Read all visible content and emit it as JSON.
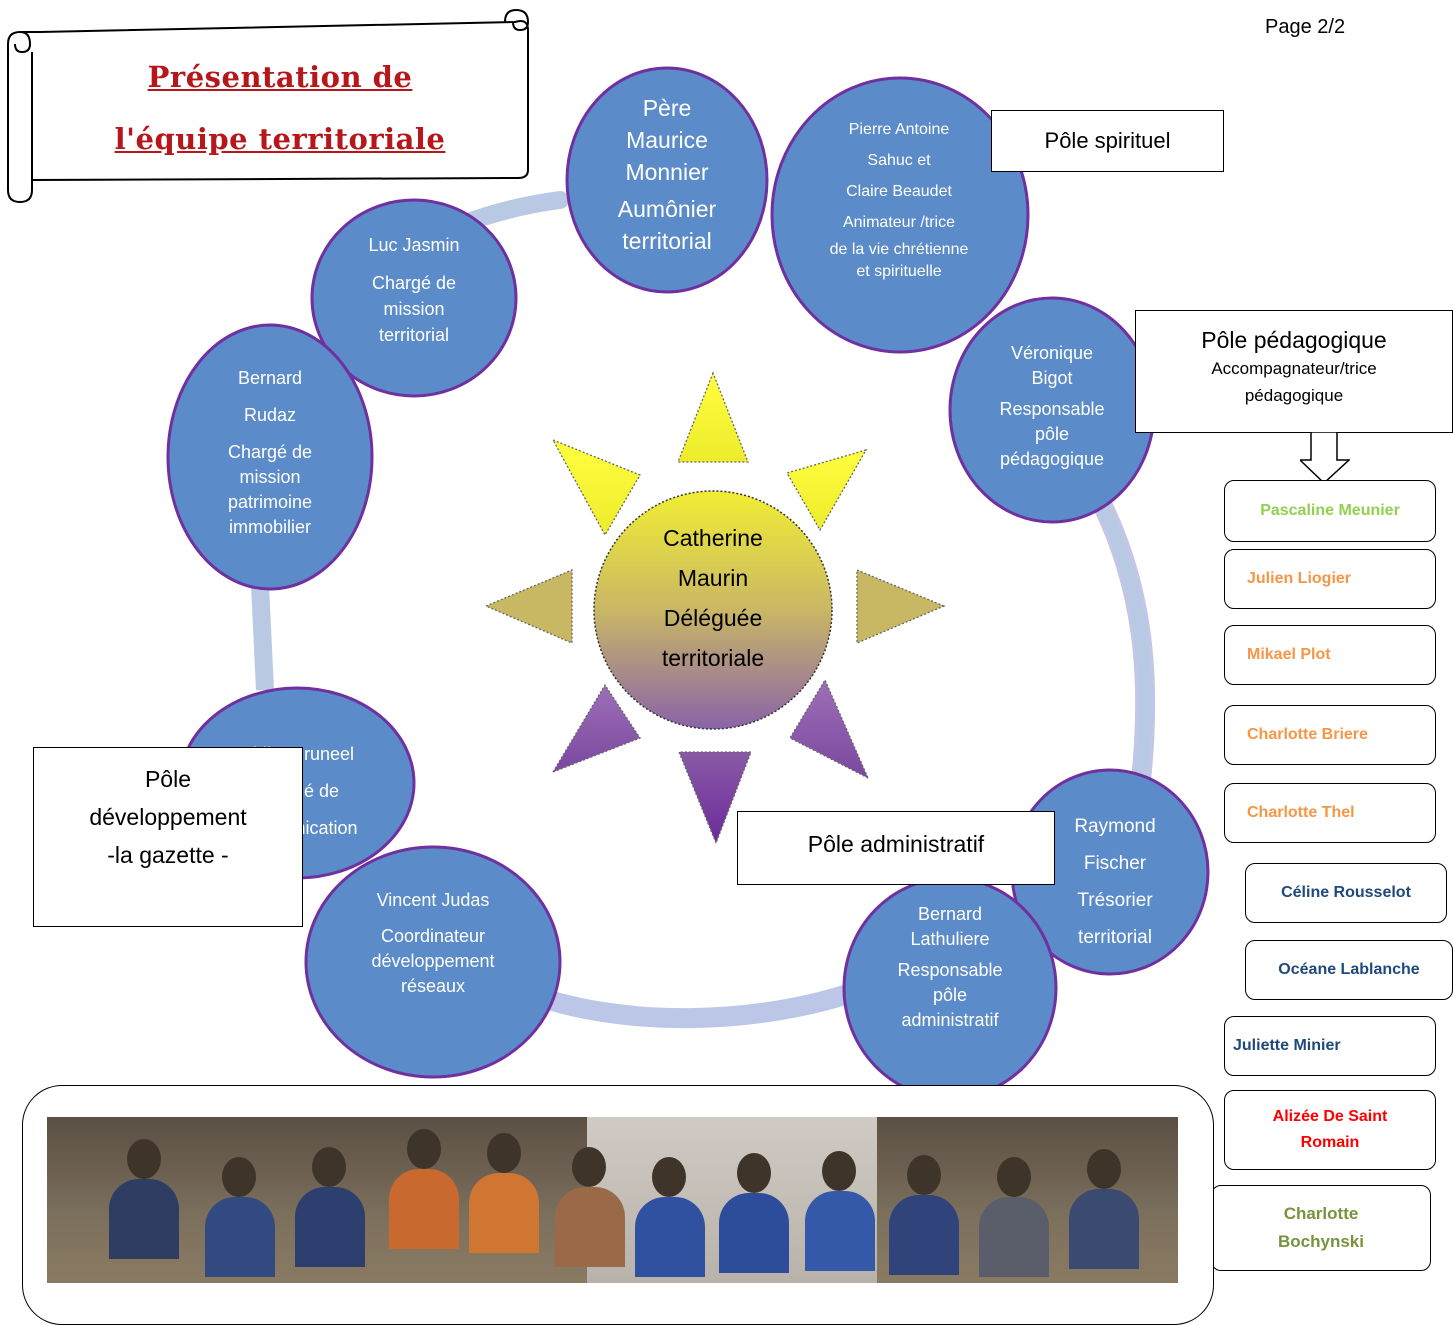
{
  "page_number": "Page 2/2",
  "title": {
    "line1": "Présentation de",
    "line2": "l'équipe territoriale"
  },
  "center": {
    "lines": [
      "Catherine",
      "Maurin",
      "Déléguée",
      "territoriale"
    ]
  },
  "members": {
    "maurice": [
      "Père",
      "Maurice",
      "Monnier",
      "Aumônier",
      "territorial"
    ],
    "pierre": [
      "Pierre Antoine",
      "Sahuc et",
      "Claire Beaudet",
      "Animateur /trice",
      "de la vie chrétienne",
      "et spirituelle"
    ],
    "luc": [
      "Luc Jasmin",
      "Chargé de",
      "mission",
      "territorial"
    ],
    "rudaz": [
      "Bernard",
      "Rudaz",
      "Chargé  de",
      "mission",
      "patrimoine",
      "immobilier"
    ],
    "veronique": [
      "Véronique",
      "Bigot",
      "Responsable",
      "pôle",
      "pédagogique"
    ],
    "didier": [
      "Didier  Bruneel",
      "Chargé de",
      "communication"
    ],
    "vincent": [
      "Vincent Judas",
      "Coordinateur",
      "développement",
      "réseaux"
    ],
    "lathuliere": [
      "Bernard",
      "Lathuliere",
      "Responsable",
      "pôle",
      "administratif"
    ],
    "raymond": [
      "Raymond",
      "Fischer",
      "Trésorier",
      "territorial"
    ]
  },
  "poles": {
    "spirituel": "Pôle spirituel",
    "pedagogique": "Pôle pédagogique",
    "pedagogique_sub1": "Accompagnateur/trice",
    "pedagogique_sub2": "pédagogique",
    "administratif": "Pôle administratif",
    "developpement1": "Pôle",
    "developpement2": "développement",
    "developpement3": "-la gazette -"
  },
  "accompagnateurs": [
    {
      "name": "Pascaline Meunier",
      "color": "#92d050"
    },
    {
      "name": "Julien Liogier",
      "color": "#f79646"
    },
    {
      "name": "Mikael Plot",
      "color": "#f79646"
    },
    {
      "name": "Charlotte Briere",
      "color": "#f79646"
    },
    {
      "name": "Charlotte Thel",
      "color": "#f79646"
    },
    {
      "name": "Céline Rousselot",
      "color": "#1f497d"
    },
    {
      "name": "Océane Lablanche",
      "color": "#1f497d"
    },
    {
      "name": "Juliette Minier",
      "color": "#1f497d"
    },
    {
      "name": "Alizée De Saint Romain",
      "color": "#ff0000"
    },
    {
      "name": "Charlotte Bochynski",
      "color": "#77933c"
    }
  ],
  "colors": {
    "circle_fill": "#5b8bc8",
    "circle_border": "#7030a0",
    "ring": "#b9c9e4",
    "title": "#b5171b",
    "sun_top": "#ffff33",
    "sun_middle": "#c8b863",
    "sun_bottom": "#7030a0"
  }
}
